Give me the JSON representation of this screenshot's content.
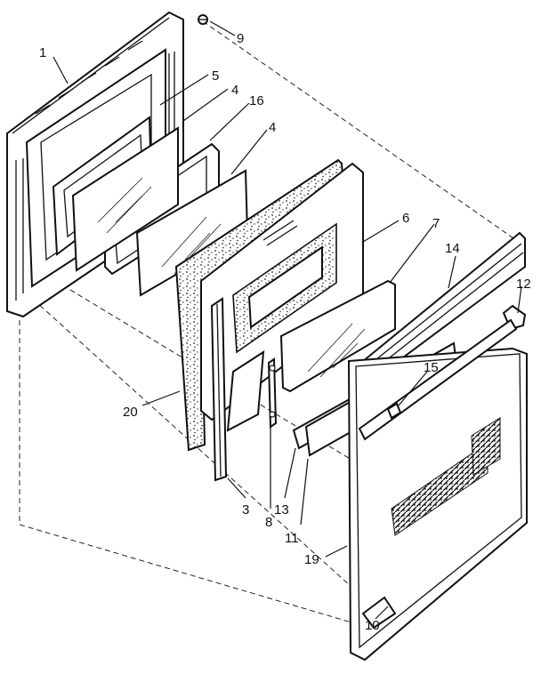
{
  "callouts": {
    "c1": "1",
    "c3": "3",
    "c4a": "4",
    "c4b": "4",
    "c5": "5",
    "c6": "6",
    "c7": "7",
    "c8": "8",
    "c9": "9",
    "c10": "10",
    "c11": "11",
    "c12": "12",
    "c13": "13",
    "c14": "14",
    "c15": "15",
    "c16": "16",
    "c19": "19",
    "c20": "20"
  }
}
